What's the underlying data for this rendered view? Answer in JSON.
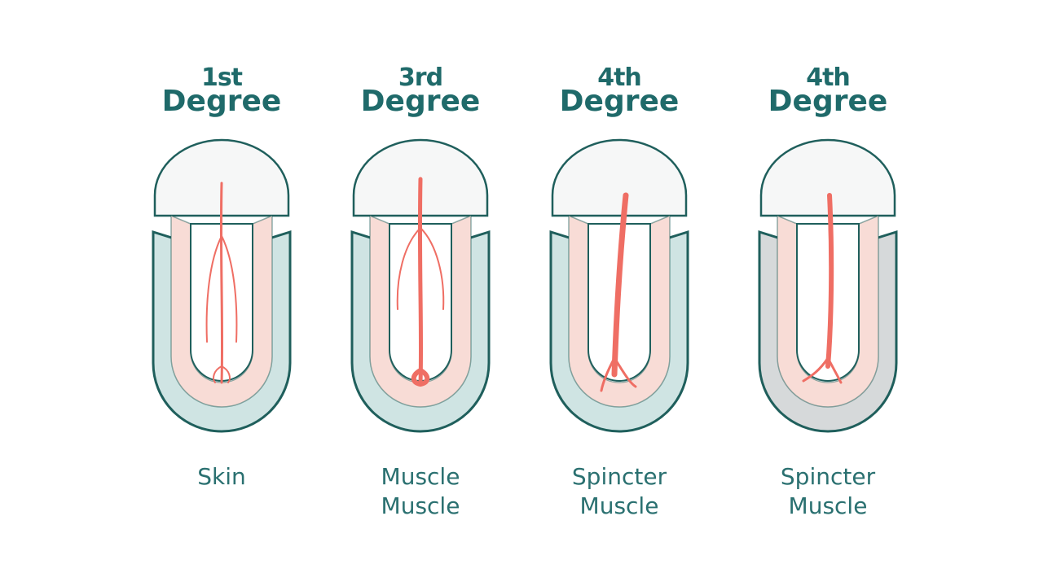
{
  "panels": [
    {
      "ordinal": "1st",
      "heading": "Degree",
      "label_line1": "Skin",
      "label_line2": "",
      "outer_fill": "#cfe4e3"
    },
    {
      "ordinal": "3rd",
      "heading": "Degree",
      "label_line1": "Muscle",
      "label_line2": "Muscle",
      "outer_fill": "#cfe4e3"
    },
    {
      "ordinal": "4th",
      "heading": "Degree",
      "label_line1": "Spincter",
      "label_line2": "Muscle",
      "outer_fill": "#cfe4e3"
    },
    {
      "ordinal": "4th",
      "heading": "Degree",
      "label_line1": "Spincter",
      "label_line2": "Muscle",
      "outer_fill": "#d6d9da"
    }
  ],
  "colors": {
    "title": "#1f6a6a",
    "outline": "#1f5f5c",
    "pink_layer": "#f8dcd6",
    "tear": "#ef6e64",
    "white_cap": "#f6f7f7"
  }
}
